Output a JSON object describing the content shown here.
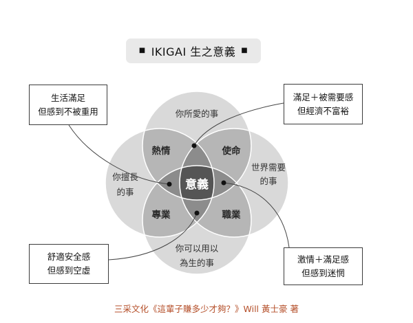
{
  "title": "IKIGAI 生之意義",
  "title_bullet": "■",
  "circles": {
    "top": [
      "你所愛的事"
    ],
    "left": [
      "你擅長",
      "的事"
    ],
    "right": [
      "世界需要",
      "的事"
    ],
    "bottom": [
      "你可以用以",
      "為生的事"
    ]
  },
  "overlaps": {
    "passion": "熱情",
    "mission": "使命",
    "profession": "專業",
    "vocation": "職業"
  },
  "center": "意義",
  "callouts": {
    "top_left": [
      "生活滿足",
      "但感到不被重用"
    ],
    "top_right": [
      "滿足＋被需要感",
      "但經濟不富裕"
    ],
    "bottom_left": [
      "舒適安全感",
      "但感到空虛"
    ],
    "bottom_right": [
      "激情＋滿足感",
      "但感到迷惘"
    ]
  },
  "credit": "三采文化《這輩子賺多少才夠？》Will 黃士豪 著",
  "colors": {
    "circle_fill": "#d9d9d9",
    "overlap2": "#b6b6b6",
    "overlap3": "#8c8c8c",
    "center": "#555555",
    "credit": "#b44e28"
  }
}
